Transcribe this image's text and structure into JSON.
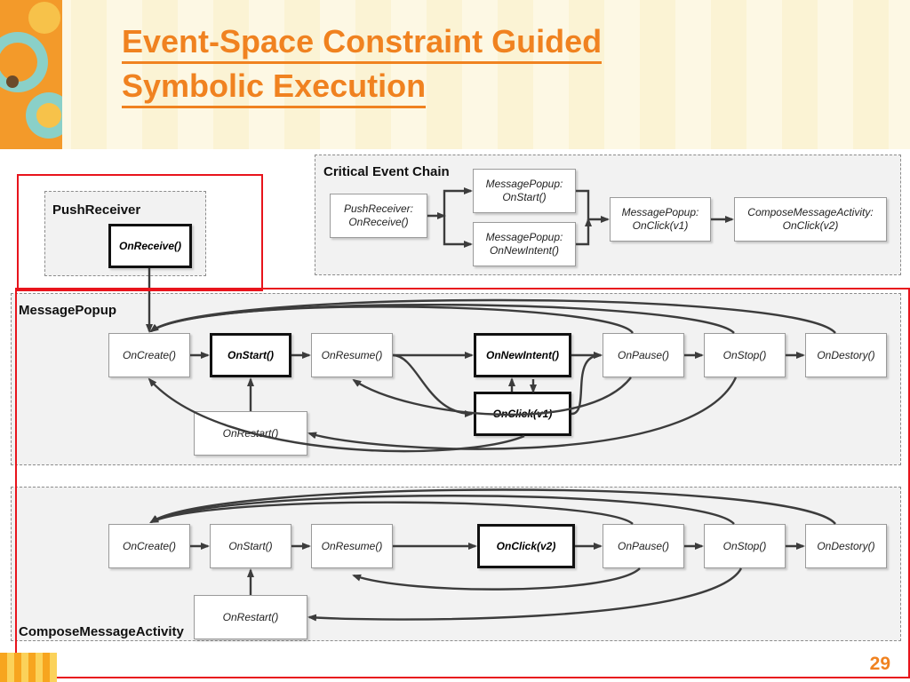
{
  "slide": {
    "title_line1": "Event-Space Constraint Guided",
    "title_line2": "Symbolic Execution",
    "page_number": "29"
  },
  "critical_event_chain": {
    "title": "Critical Event Chain",
    "nodes": [
      "PushReceiver:\nOnReceive()",
      "MessagePopup:\nOnStart()",
      "MessagePopup:\nOnNewIntent()",
      "MessagePopup:\nOnClick(v1)",
      "ComposeMessageActivity:\nOnClick(v2)"
    ]
  },
  "push_receiver": {
    "title": "PushReceiver",
    "node": "OnReceive()"
  },
  "message_popup": {
    "title": "MessagePopup",
    "nodes": {
      "oncreate": "OnCreate()",
      "onstart": "OnStart()",
      "onresume": "OnResume()",
      "onnewintent": "OnNewIntent()",
      "onpause": "OnPause()",
      "onstop": "OnStop()",
      "ondestory": "OnDestory()",
      "onclick": "OnClick(v1)",
      "onrestart": "OnRestart()"
    }
  },
  "compose_message_activity": {
    "title": "ComposeMessageActivity",
    "nodes": {
      "oncreate": "OnCreate()",
      "onstart": "OnStart()",
      "onresume": "OnResume()",
      "onclick": "OnClick(v2)",
      "onpause": "OnPause()",
      "onstop": "OnStop()",
      "ondestory": "OnDestory()",
      "onrestart": "OnRestart()"
    }
  },
  "colors": {
    "title": "#f08220",
    "highlight": "#e8141c"
  }
}
